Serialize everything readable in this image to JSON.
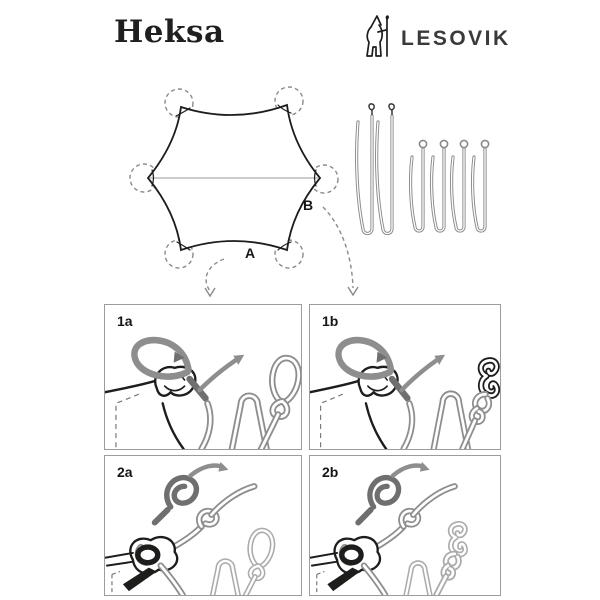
{
  "header": {
    "product": "Heksa",
    "brand": "LESOVIK"
  },
  "diagram": {
    "label_a": "A",
    "label_b": "B",
    "illustrations": {
      "tarp": "hexagonal-tarp-top-view-with-catenary-edges",
      "corner_markers": "dashed-circles-on-six-corners",
      "guylines_long": "two-long-guylines-with-s-hooks",
      "guylines_short": "four-short-guylines-with-loops"
    }
  },
  "panels": {
    "p1a": {
      "label": "1a",
      "illustration": "larks-head-bight-through-corner-webbing-loop-ending"
    },
    "p1b": {
      "label": "1b",
      "illustration": "larks-head-bight-through-corner-webbing-s-hook-ending"
    },
    "p2a": {
      "label": "2a",
      "illustration": "overhand-knot-on-guyline-at-corner-ring-loop-ending"
    },
    "p2b": {
      "label": "2b",
      "illustration": "overhand-knot-on-guyline-at-corner-ring-s-hook-ending"
    }
  },
  "colors": {
    "ink": "#1d1d1b",
    "rope_gray": "#8e8e8e",
    "rope_dark": "#6f6f6f",
    "rope_light": "#ababab",
    "line_gray": "#8a8a8a",
    "panel_border": "#9c9c9c"
  }
}
